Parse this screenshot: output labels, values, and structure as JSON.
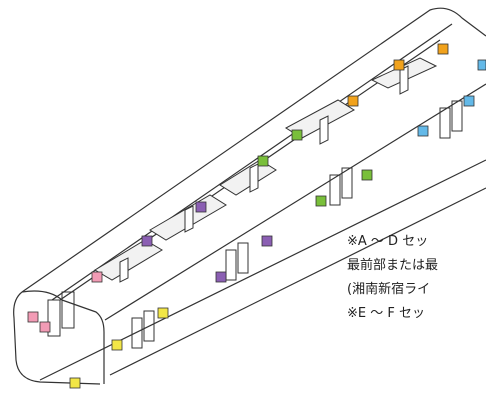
{
  "notes": [
    "※A ～ D セッ",
    "最前部または最",
    "(湘南新宿ライ",
    "※E ～ F セッ"
  ],
  "colors": {
    "outline": "#333333",
    "background": "#ffffff",
    "shelf": "#f2f2f2",
    "section_colors": [
      "#f29bb5",
      "#f2e646",
      "#8b5fb3",
      "#79bf3a",
      "#f1a21c",
      "#63b9e8"
    ]
  }
}
